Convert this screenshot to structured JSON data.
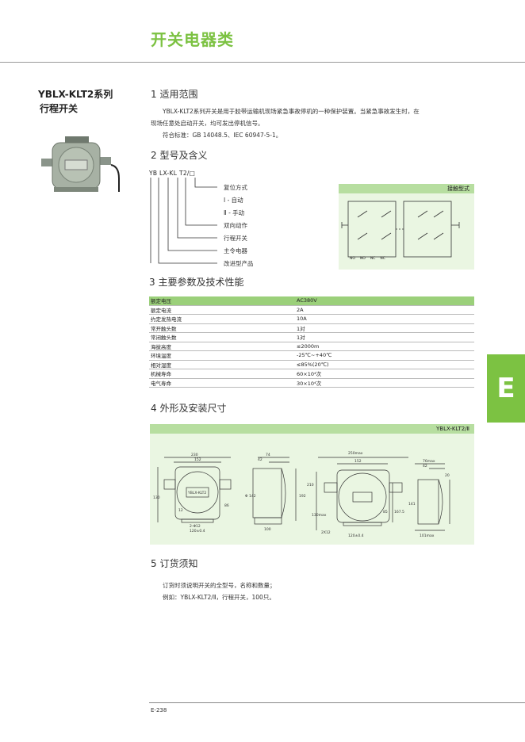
{
  "header": {
    "category_title": "开关电器类"
  },
  "product": {
    "name_line1": "YBLX-KLT2系列",
    "name_line2": "行程开关"
  },
  "sections": {
    "s1_title": "1 适用范围",
    "s1_p1": "YBLX-KLT2系列开关是用于胶带运输机现场紧急事故停机的一种保护装置。当紧急事故发生时，在",
    "s1_p2": "现场任意处启动开关，均可发出停机信号。",
    "s1_p3": "符合标准：GB 14048.5、IEC 60947-5-1。",
    "s2_title": "2 型号及含义",
    "s3_title": "3 主要参数及技术性能",
    "s4_title": "4 外形及安装尺寸",
    "s5_title": "5 订货须知",
    "s5_p1": "订货时须说明开关的全型号，名称和数量；",
    "s5_p2": "例如：YBLX-KLT2/Ⅱ，行程开关，100只。"
  },
  "model": {
    "code": "YB LX-KL T2/□",
    "items": [
      "复位方式",
      "Ⅰ - 自动",
      "Ⅱ - 手动",
      "双向动作",
      "行程开关",
      "主令电器",
      "改进型产品"
    ]
  },
  "contact_box": {
    "title": "接触型式",
    "labels": [
      "NO",
      "NO",
      "NC",
      "NC"
    ]
  },
  "specs": {
    "rows": [
      [
        "额定电压",
        "AC380V"
      ],
      [
        "额定电流",
        "2A"
      ],
      [
        "约定发热电流",
        "10A"
      ],
      [
        "常开触头数",
        "1对"
      ],
      [
        "常闭触头数",
        "1对"
      ],
      [
        "海拔高度",
        "≤2000m"
      ],
      [
        "环境温度",
        "-25℃~+40℃"
      ],
      [
        "相对湿度",
        "≤85%(20℃)"
      ],
      [
        "机械寿命",
        "60×10⁴次"
      ],
      [
        "电气寿命",
        "30×10⁴次"
      ]
    ]
  },
  "dims": {
    "title": "YBLX-KLT2/Ⅱ",
    "labels": [
      "230",
      "152",
      "74",
      "42",
      "130",
      "86",
      "192",
      "Φ 142",
      "12",
      "2-Φ12",
      "120±0.4",
      "100",
      "250max",
      "152",
      "2X12",
      "120±0.4",
      "130max",
      "85",
      "167.5",
      "210",
      "76max",
      "42",
      "141",
      "101max",
      "20"
    ],
    "plate_text": "YBLX-KLT2"
  },
  "side_tab": "E",
  "footer": {
    "page": "E-238"
  }
}
